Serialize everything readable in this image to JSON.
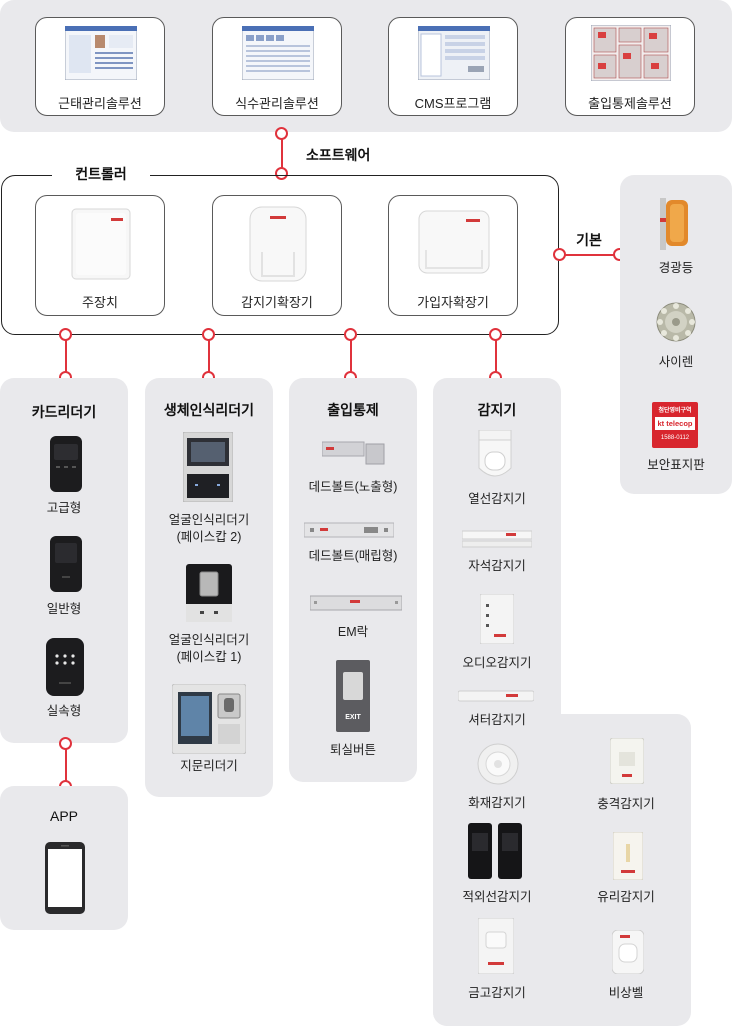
{
  "software": {
    "title": "소프트웨어",
    "items": [
      {
        "label": "근태관리솔루션"
      },
      {
        "label": "식수관리솔루션"
      },
      {
        "label": "CMS프로그램"
      },
      {
        "label": "출입통제솔루션"
      }
    ]
  },
  "controller": {
    "title": "컨트롤러",
    "items": [
      {
        "label": "주장치"
      },
      {
        "label": "감지기확장기"
      },
      {
        "label": "가입자확장기"
      }
    ]
  },
  "basic": {
    "title": "기본",
    "items": [
      {
        "label": "경광등"
      },
      {
        "label": "사이렌"
      },
      {
        "label": "보안표지판"
      }
    ]
  },
  "card_reader": {
    "title": "카드리더기",
    "items": [
      {
        "label": "고급형"
      },
      {
        "label": "일반형"
      },
      {
        "label": "실속형"
      }
    ]
  },
  "app": {
    "title": "APP"
  },
  "bio_reader": {
    "title": "생체인식리더기",
    "items": [
      {
        "line1": "얼굴인식리더기",
        "line2": "(페이스캅 2)"
      },
      {
        "line1": "얼굴인식리더기",
        "line2": "(페이스캅 1)"
      },
      {
        "line1": "지문리더기",
        "line2": ""
      }
    ]
  },
  "access": {
    "title": "출입통제",
    "items": [
      {
        "label": "데드볼트(노출형)"
      },
      {
        "label": "데드볼트(매립형)"
      },
      {
        "label": "EM락"
      },
      {
        "label": "퇴실버튼"
      }
    ],
    "exit_text": "EXIT"
  },
  "sensor": {
    "title": "감지기",
    "items_left": [
      {
        "label": "열선감지기"
      },
      {
        "label": "자석감지기"
      },
      {
        "label": "오디오감지기"
      },
      {
        "label": "셔터감지기"
      },
      {
        "label": "화재감지기"
      },
      {
        "label": "적외선감지기"
      },
      {
        "label": "금고감지기"
      }
    ],
    "items_right": [
      {
        "label": "충격감지기"
      },
      {
        "label": "유리감지기"
      },
      {
        "label": "비상벨"
      }
    ]
  },
  "brand": {
    "logo_text": "kt telecop",
    "sign_top": "첨단영비구역",
    "sign_phone": "1588-0112"
  },
  "colors": {
    "accent": "#e0323c",
    "panel": "#e9e9ec",
    "border": "#5a5a5a"
  }
}
